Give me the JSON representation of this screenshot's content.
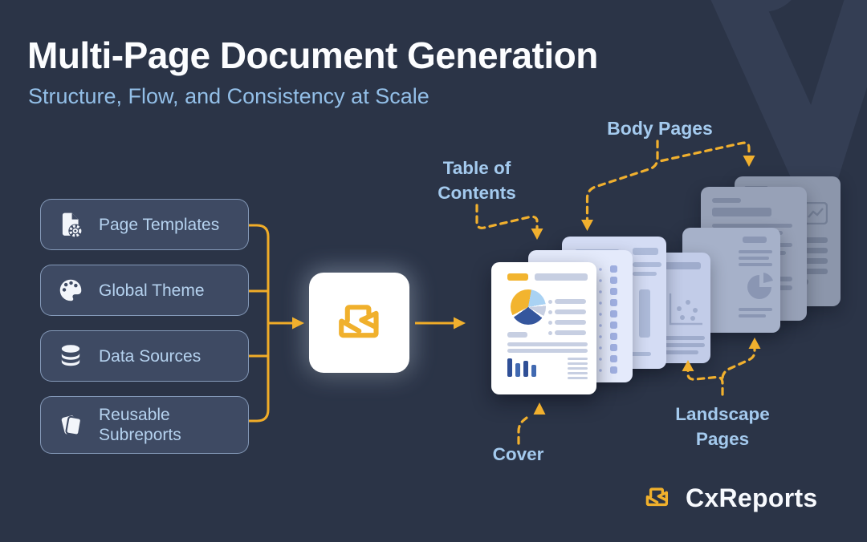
{
  "header": {
    "title": "Multi-Page Document Generation",
    "subtitle": "Structure, Flow, and Consistency at Scale"
  },
  "inputs": [
    {
      "label": "Page Templates",
      "icon": "page-template-icon"
    },
    {
      "label": "Global Theme",
      "icon": "palette-icon"
    },
    {
      "label": "Data Sources",
      "icon": "database-icon"
    },
    {
      "label": "Reusable Subreports",
      "icon": "subreports-icon"
    }
  ],
  "engine": {
    "icon": "cxreports-logo-icon"
  },
  "annotations": {
    "table_of_contents": "Table of Contents",
    "body_pages": "Body Pages",
    "cover": "Cover",
    "landscape_pages": "Landscape Pages"
  },
  "brand": {
    "name": "CxReports"
  },
  "colors": {
    "background": "#2B3447",
    "accent_yellow": "#F0AF2B",
    "label_blue": "#A4CAEE",
    "subtitle_blue": "#93BFE8",
    "box_fill": "#3E4A63",
    "cover_dark_blue": "#35569D",
    "cover_light_blue": "#A9D2F3",
    "cover_yellow": "#F2B42F"
  }
}
